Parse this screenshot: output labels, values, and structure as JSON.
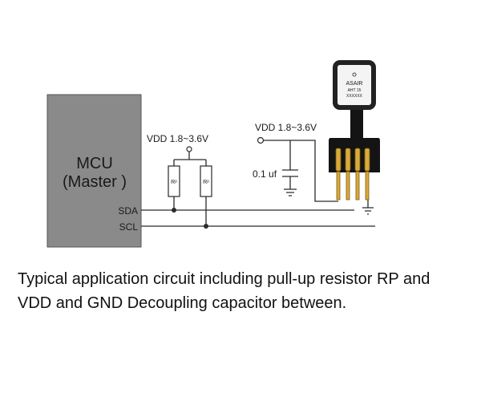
{
  "mcu": {
    "line1": "MCU",
    "line2": "(Master )"
  },
  "pins": {
    "sda": "SDA",
    "scl": "SCL"
  },
  "vdd_left": "VDD 1.8~3.6V",
  "vdd_right": "VDD 1.8~3.6V",
  "resistors": [
    {
      "label": "Rᵖ"
    },
    {
      "label": "Rᵖ"
    }
  ],
  "capacitor": {
    "label": "0.1 uf"
  },
  "sensor": {
    "brand": "ASAIR",
    "model": "AHT 15",
    "code": "XXXXXX"
  },
  "caption": "Typical application circuit including pull-up resistor RP and VDD and GND Decoupling capacitor between.",
  "colors": {
    "mcu_fill": "#8a8a8a",
    "board": "#141414",
    "gold": "#d9a93a"
  }
}
